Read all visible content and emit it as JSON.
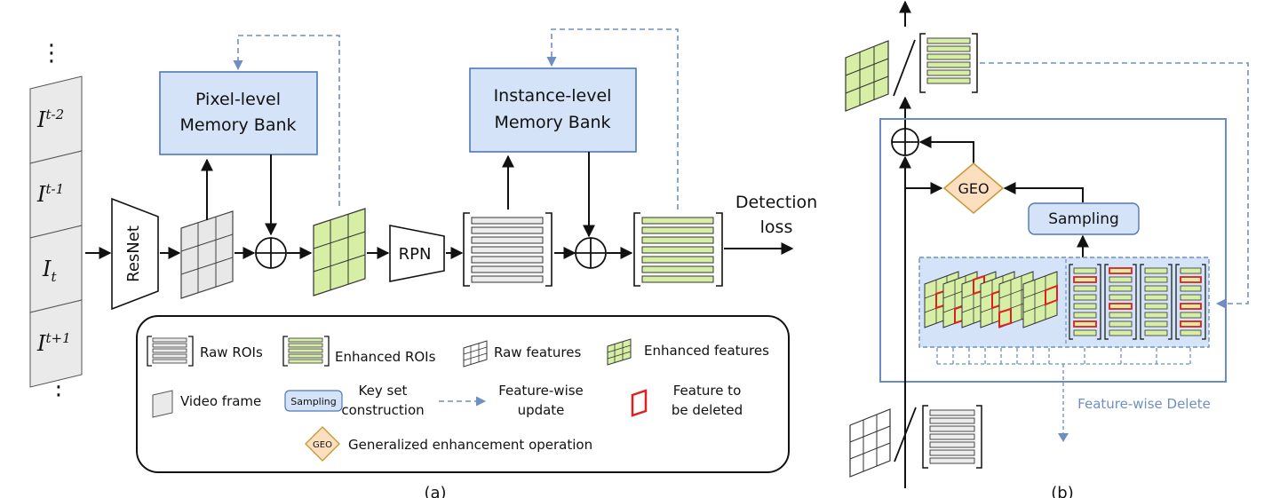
{
  "colors": {
    "bank_fill": "#d4e3f7",
    "bank_stroke": "#4e78b7",
    "enhanced": "#d7eea5",
    "raw": "#e8e8e8",
    "dashed": "#6f8fc2",
    "geo_fill": "#fbdfbf",
    "geo_stroke": "#c99a3a",
    "delete_red": "#e02020",
    "frame_fill": "#eaeaea"
  },
  "panel_a": {
    "frames": [
      {
        "base": "I",
        "sub": "t-2"
      },
      {
        "base": "I",
        "sub": "t-1"
      },
      {
        "base": "I",
        "sub": "t"
      },
      {
        "base": "I",
        "sub": "t+1"
      }
    ],
    "dots": "⋮",
    "resnet": "ResNet",
    "pixel_bank": [
      "Pixel-level",
      "Memory Bank"
    ],
    "instance_bank": [
      "Instance-level",
      "Memory Bank"
    ],
    "rpn": "RPN",
    "detection": [
      "Detection",
      "loss"
    ],
    "caption": "(a)"
  },
  "legend": {
    "raw_rois": "Raw ROIs",
    "enhanced_rois": "Enhanced ROIs",
    "raw_features": "Raw features",
    "enhanced_features": "Enhanced features",
    "video_frame": "Video frame",
    "sampling_tag": "Sampling",
    "key_set": [
      "Key set",
      "construction"
    ],
    "feature_update": [
      "Feature-wise",
      "update"
    ],
    "feature_delete": [
      "Feature to",
      "be deleted"
    ],
    "geo_tag": "GEO",
    "geo_desc": "Generalized enhancement operation"
  },
  "panel_b": {
    "geo": "GEO",
    "sampling": "Sampling",
    "feature_wise_delete": "Feature-wise Delete",
    "caption": "(b)"
  }
}
